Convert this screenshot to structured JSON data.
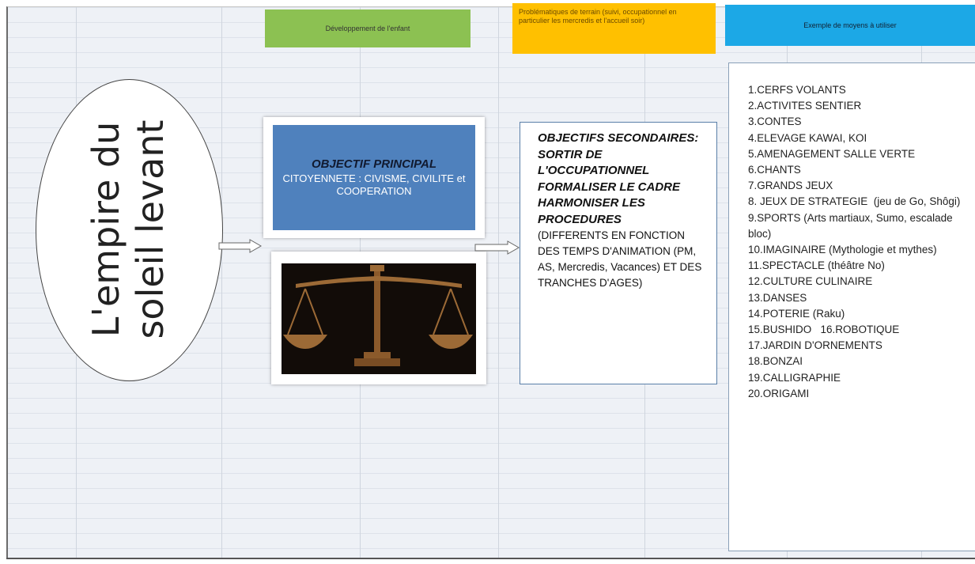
{
  "headers": {
    "development": "Développement de l'enfant",
    "field_issues": "Problématiques de terrain (suivi, occupationnel en particulier les mercredis et l'accueil soir)",
    "examples": "Exemple de moyens à utiliser"
  },
  "theme": {
    "title": "L'empire du soleil levant"
  },
  "main_objective": {
    "title": "OBJECTIF PRINCIPAL",
    "text": "CITOYENNETE  : CIVISME, CIVILITE et COOPERATION"
  },
  "secondary_objectives": {
    "title": "OBJECTIFS SECONDAIRES: SORTIR DE L'OCCUPATIONNEL FORMALISER LE CADRE HARMONISER LES PROCEDURES",
    "details": "(DIFFERENTS EN FONCTION DES TEMPS D'ANIMATION (PM, AS, Mercredis, Vacances) ET DES TRANCHES D'AGES)"
  },
  "means_list": [
    "1.CERFS VOLANTS",
    "2.ACTIVITES SENTIER",
    "3.CONTES",
    "4.ELEVAGE KAWAI, KOI",
    "5.AMENAGEMENT SALLE VERTE",
    "6.CHANTS",
    "7.GRANDS JEUX",
    "8. JEUX DE STRATEGIE  (jeu de Go, Shôgi)",
    "9.SPORTS (Arts martiaux, Sumo, escalade bloc)",
    "10.IMAGINAIRE (Mythologie et mythes)",
    "11.SPECTACLE (théâtre No)",
    "12.CULTURE CULINAIRE",
    "13.DANSES",
    "14.POTERIE (Raku)",
    "15.BUSHIDO   16.ROBOTIQUE",
    "17.JARDIN D'ORNEMENTS",
    "18.BONZAI",
    "19.CALLIGRAPHIE",
    "20.ORIGAMI"
  ],
  "colors": {
    "green_header": "#8cc152",
    "yellow_header": "#ffc000",
    "blue_header": "#1ca8e6",
    "main_box": "#4f81bd",
    "scale_bronze": "#8b5a2b"
  },
  "icons": {
    "justice": "scales-of-justice-icon",
    "arrow": "right-arrow-icon"
  }
}
